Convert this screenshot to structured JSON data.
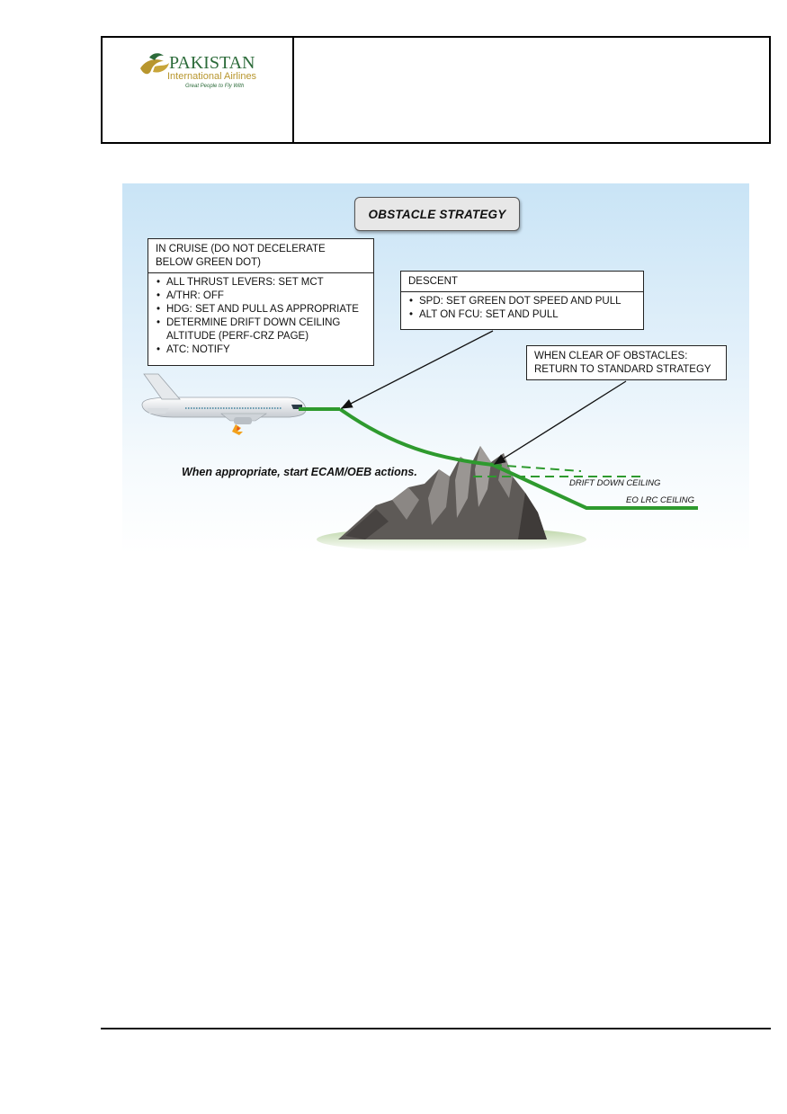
{
  "header": {
    "logo": {
      "name": "PAKISTAN",
      "subtitle": "International Airlines",
      "tagline": "Great People to Fly With"
    }
  },
  "diagram": {
    "title": "OBSTACLE STRATEGY",
    "cruise": {
      "heading_line1": "IN CRUISE (DO NOT DECELERATE",
      "heading_line2": "BELOW GREEN DOT)",
      "items": [
        "ALL THRUST LEVERS: SET MCT",
        "A/THR: OFF",
        "HDG: SET AND PULL AS APPROPRIATE",
        "DETERMINE DRIFT DOWN CEILING ALTITUDE (PERF-CRZ PAGE)",
        "ATC: NOTIFY"
      ]
    },
    "descent": {
      "heading": "DESCENT",
      "items": [
        "SPD: SET GREEN DOT SPEED AND PULL",
        "ALT ON FCU: SET AND PULL"
      ]
    },
    "clear": {
      "line1": "WHEN CLEAR OF OBSTACLES:",
      "line2": "RETURN TO STANDARD STRATEGY"
    },
    "caption": "When appropriate, start ECAM/OEB actions.",
    "labels": {
      "drift_down": "DRIFT DOWN CEILING",
      "eo_lrc": "EO LRC CEILING"
    },
    "colors": {
      "flight_path": "#2e9a2e",
      "box_border": "#222222",
      "title_fill": "#e7e7e7"
    }
  }
}
